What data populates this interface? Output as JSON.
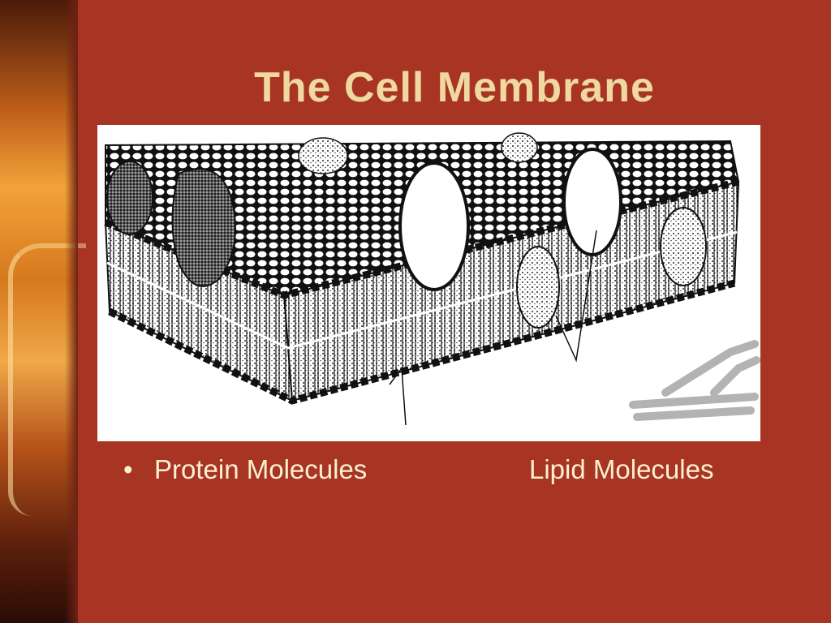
{
  "slide": {
    "title": "The Cell Membrane",
    "bullet_symbol": "•",
    "labels": {
      "protein": "Protein Molecules",
      "lipid": "Lipid Molecules"
    }
  },
  "figure": {
    "subject": "phospholipid bilayer with embedded proteins"
  },
  "colors": {
    "background": "#a83424",
    "title": "#efd9a0",
    "body_text": "#fbf1d2"
  }
}
